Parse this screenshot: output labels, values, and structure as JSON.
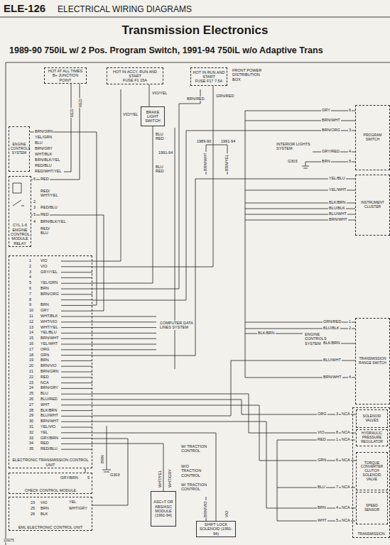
{
  "diagram": {
    "title": "Transmission Electronics",
    "nodes": [
      {
        "text": [
          "HOT AT ALL TIMES",
          "B+ JUNCTION POINT"
        ]
      },
      {
        "text": [
          "HOT IN ACCY, RUN AND START",
          "FUSE F1 15A"
        ]
      },
      {
        "text": [
          "HOT IN RUN AND START",
          "FUSE F17 7.5A"
        ]
      },
      {
        "text": [
          "BRAKE LIGHT SWITCH"
        ]
      },
      {
        "text": [
          "ENGINE CONTROLS SYSTEM"
        ]
      },
      {
        "text": [
          "CYL 1-6 ENGINE CONTROL MODULE RELAY"
        ]
      },
      {
        "text": [
          "PROGRAM SWITCH"
        ]
      },
      {
        "text": [
          "INSTRUMENT CLUSTER"
        ]
      },
      {
        "text": [
          "TRANSMISSION RANGE SWITCH"
        ]
      },
      {
        "text": [
          "TRANSMISSION"
        ]
      },
      {
        "text": [
          "SOLENOID VALVES"
        ],
        "in": 9
      },
      {
        "text": [
          "HYDRAULIC PRESSURE REGULATOR"
        ],
        "in": 9
      },
      {
        "text": [
          "TORQUE CONVERTER CLUTCH SOLENOID VALVE"
        ],
        "in": 9
      },
      {
        "text": [
          "SPEED SENSOR"
        ],
        "in": 9
      },
      {
        "text": [
          "ELECTRONIC TRANSMISSION CONTROL UNIT"
        ]
      },
      {
        "text": [
          "CHECK CONTROL MODULE"
        ]
      },
      {
        "text": [
          "EML ELECTRONIC CONTROL UNIT"
        ]
      },
      {
        "text": [
          "ASC+T OR ABS/ASC MODULE (1991-94)"
        ]
      },
      {
        "text": [
          "SHIFT LOCK SOLENOID (1991-94)"
        ]
      }
    ],
    "edges": [
      {
        "from": 0,
        "to": 5,
        "arrow": "none"
      },
      {
        "from": 1,
        "to": 3,
        "arrow": "none"
      },
      {
        "from": 3,
        "to": 14,
        "arrow": "none"
      },
      {
        "from": 2,
        "to": 14,
        "arrow": "none"
      },
      {
        "from": 4,
        "to": 14,
        "arrow": "none"
      },
      {
        "from": 5,
        "to": 14,
        "arrow": "none"
      },
      {
        "from": 6,
        "to": 14,
        "arrow": "none"
      },
      {
        "from": 7,
        "to": 14,
        "arrow": "none"
      },
      {
        "from": 8,
        "to": 14,
        "arrow": "none"
      },
      {
        "from": 10,
        "to": 14,
        "arrow": "none"
      },
      {
        "from": 11,
        "to": 14,
        "arrow": "none"
      },
      {
        "from": 12,
        "to": 14,
        "arrow": "none"
      },
      {
        "from": 13,
        "to": 14,
        "arrow": "none"
      },
      {
        "from": 15,
        "to": 14,
        "arrow": "none"
      },
      {
        "from": 16,
        "to": 14,
        "arrow": "none"
      },
      {
        "from": 17,
        "to": 14,
        "arrow": "none"
      },
      {
        "from": 18,
        "to": 14,
        "arrow": "none"
      }
    ],
    "labels": [
      "ELE-126",
      "ELECTRICAL WIRING DIAGRAMS",
      "1989-90 750iL w/ 2 Pos. Program Switch, 1991-94 750iL w/o Adaptive Trans",
      "FRONT POWER DISTRIBUTION BOX",
      "RED",
      "RED",
      "VIO/YEL",
      "VIO/YEL",
      "GRN/RED",
      "BRN/RED",
      "BLU RED",
      "1991-94",
      "BLU RED",
      "1989-90",
      "1991-94",
      "BRN/WHT",
      "BRN/YEL",
      "BRN/GRN",
      "YEL/GRN",
      "BLU",
      "BRN/GRY",
      "WHT/BLK",
      "BRN/BLK/YEL",
      "RED/BLU",
      "RED/WHT/YEL",
      "6",
      "RED",
      "RED/ WHT/YEL",
      "2",
      "3",
      "RED/BLU",
      "5",
      "RED",
      "4",
      "BRN/BLK/YEL",
      "RED/ BLU",
      "GRY",
      "6",
      "BRN/WHT",
      "BRN/ORG",
      "3",
      "INTERIOR LIGHTS SYSTEM",
      "GRY/RED",
      "4",
      "G303",
      "BRN",
      "5",
      "YEL/BLU",
      "YEL/WHT",
      "BLK/BRN",
      "BLU/BLK",
      "BLU/WHT",
      "BRN/WHT",
      "COMPUTER DATA LINES SYSTEM",
      "BLK/BRN",
      "ENGINE CONTROLS SYSTEM",
      "GRN/RED",
      "1",
      "BLU/BLK",
      "2",
      "BLK/BRN",
      "BLU/WHT",
      "BRN/WHT",
      "4",
      "ORG",
      "3",
      "NCA",
      "VIO",
      "8",
      "NCA",
      "RED",
      "1",
      "NCA",
      "GRN",
      "6",
      "NCA",
      "BLU",
      "7",
      "NCA",
      "BRN",
      "4",
      "NCA",
      "WHT",
      "5",
      "NCA",
      "1",
      "2",
      "3",
      "4",
      "5",
      "6",
      "7",
      "8",
      "9",
      "10",
      "11",
      "12",
      "13",
      "14",
      "15",
      "16",
      "17",
      "18",
      "19",
      "20",
      "21",
      "22",
      "23",
      "24",
      "25",
      "26",
      "27",
      "28",
      "29",
      "30",
      "31",
      "32",
      "33",
      "34",
      "35",
      "VIO",
      "VIO",
      "GRY/YEL",
      "YEL/GRN",
      "BRN",
      "BRN/ORG",
      "BRN",
      "GRY",
      "WHT/BLK",
      "WHT/VIO",
      "WHT/YEL",
      "YEL/BLU",
      "BRN/WHT",
      "YEL/WHT",
      "ORG",
      "GRN",
      "BRN",
      "BRN/VIO",
      "BRN/GRN",
      "RED",
      "NCA",
      "BRN/GRY",
      "BLU",
      "BLU/RED",
      "WHT",
      "BLK/BRN",
      "BLU/WHT",
      "BRN/WHT",
      "YEL/VIO",
      "YEL",
      "GRY/BRN",
      "RED",
      "RED/BLU",
      "BRN",
      "G303",
      "W/ TRACTION CONTROL",
      "W/O TRACTION CONTROL",
      "W/ TRACTION CONTROL",
      "WHT/YEL",
      "WHT/GRY",
      "BRN/VIO",
      "VIO",
      "23",
      "VIO",
      "25",
      "BRN",
      "26",
      "BLK",
      "YEL",
      "WHT/GRY",
      "GRY/BRN",
      "5",
      "119275"
    ]
  }
}
